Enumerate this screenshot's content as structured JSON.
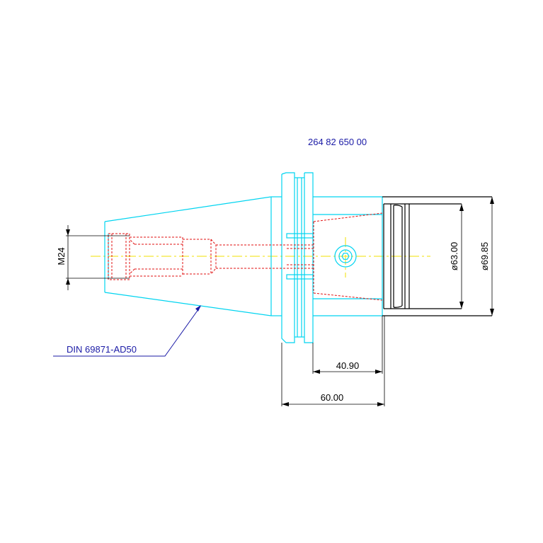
{
  "part_number": "264 82 650 00",
  "standard_label": "DIN 69871-AD50",
  "dimensions": {
    "thread": "M24",
    "bore_diameter": "ø63.00",
    "outer_diameter": "ø69.85",
    "length_short": "40.90",
    "length_long": "60.00"
  },
  "colors": {
    "outline": "#00d4f0",
    "hidden": "#e01010",
    "centerline": "#f0e000",
    "annotation": "#1a1aa6",
    "dimension": "#000000"
  }
}
